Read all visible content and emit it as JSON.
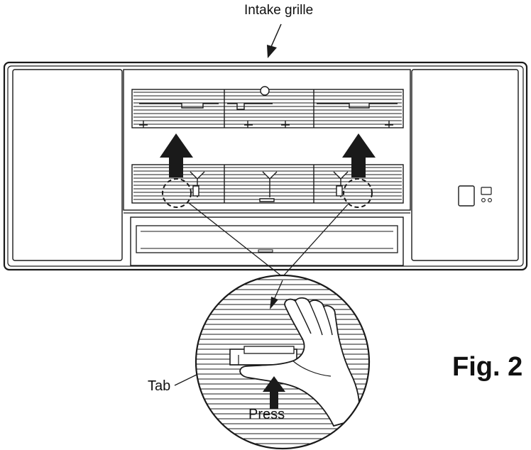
{
  "labels": {
    "intake_grille": "Intake grille",
    "tab": "Tab",
    "press": "Press",
    "figure": "Fig. 2"
  },
  "colors": {
    "line": "#1a1a1a",
    "background": "#ffffff"
  }
}
